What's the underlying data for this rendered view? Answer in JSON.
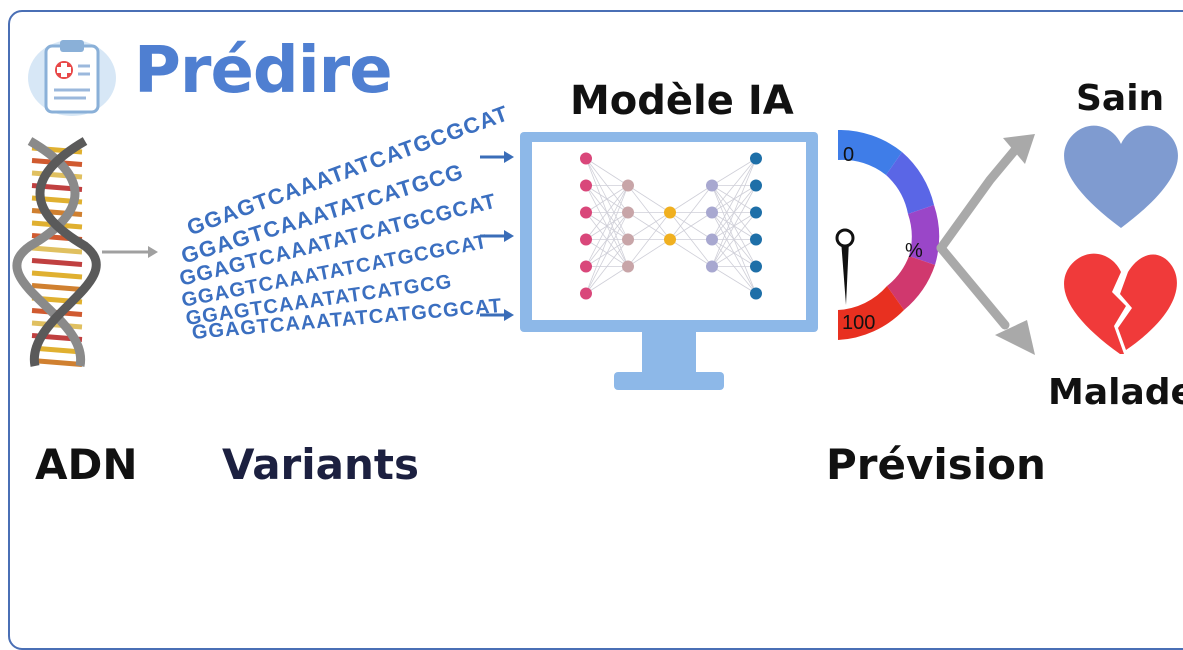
{
  "title": "Prédire",
  "labels": {
    "model": "Modèle IA",
    "healthy": "Sain",
    "sick": "Malade",
    "dna": "ADN",
    "variants": "Variants",
    "prediction": "Prévision"
  },
  "gauge": {
    "min": "0",
    "unit": "%",
    "max": "100"
  },
  "sequences": [
    "GGAGTCAAATATCATGCGCAT",
    "GGAGTCAAATATCATGCG",
    "GGAGTCAAATATCATGCGCAT",
    "GGAGTCAAATATCATGCGCAT",
    "GGAGTCAAATATCATGCG",
    "GGAGTCAAATATCATGCGCAT"
  ],
  "colors": {
    "title": "#4f7fd1",
    "frame": "#4a6fb5",
    "heart_healthy": "#7f9bd0",
    "heart_sick": "#f03a3a",
    "monitor": "#8db8e8"
  },
  "icons": [
    "clipboard-icon",
    "dna-icon",
    "monitor-icon",
    "gauge-icon",
    "heart-icon",
    "broken-heart-icon"
  ]
}
